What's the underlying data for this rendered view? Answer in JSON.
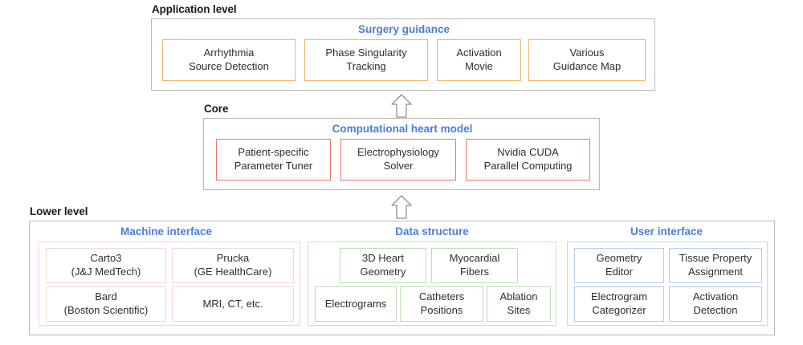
{
  "diagram": {
    "title_colors": {
      "group_title": "#4a7ddc",
      "level_label": "#1a1a1a",
      "panel_border": "#b9b9b9",
      "orange": "#f3b26b",
      "red": "#f4736b",
      "pink": "#f7d4d2",
      "green": "#bcddb8",
      "blue": "#b6cdf0"
    },
    "levels": [
      {
        "label": "Application level",
        "groups": [
          {
            "title": "Surgery guidance",
            "accent": "orange",
            "items": [
              "Arrhythmia\nSource Detection",
              "Phase Singularity\nTracking",
              "Activation\nMovie",
              "Various\nGuidance Map"
            ]
          }
        ]
      },
      {
        "label": "Core",
        "groups": [
          {
            "title": "Computational heart model",
            "accent": "red",
            "items": [
              "Patient-specific\nParameter Tuner",
              "Electrophysiology\nSolver",
              "Nvidia CUDA\nParallel Computing"
            ]
          }
        ]
      },
      {
        "label": "Lower level",
        "groups": [
          {
            "title": "Machine interface",
            "accent": "pink",
            "items": [
              "Carto3\n(J&J MedTech)",
              "Prucka\n(GE HealthCare)",
              "Bard\n(Boston Scientific)",
              "MRI, CT, etc."
            ]
          },
          {
            "title": "Data structure",
            "accent": "green",
            "items": [
              "3D Heart\nGeometry",
              "Myocardial\nFibers",
              "Electrograms",
              "Catheters\nPositions",
              "Ablation\nSites"
            ]
          },
          {
            "title": "User interface",
            "accent": "blue",
            "items": [
              "Geometry\nEditor",
              "Tissue Property\nAssignment",
              "Electrogram\nCategorizer",
              "Activation\nDetection"
            ]
          }
        ]
      }
    ],
    "arrows": [
      {
        "name": "arrow-core-to-application",
        "direction": "up"
      },
      {
        "name": "arrow-lower-to-core",
        "direction": "up"
      }
    ]
  }
}
